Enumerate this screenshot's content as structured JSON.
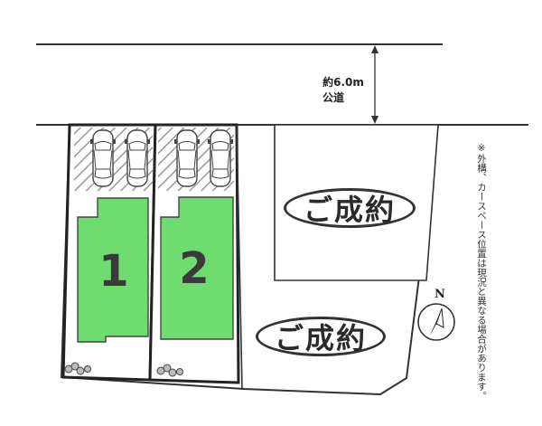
{
  "road": {
    "width_label": "約6.0m",
    "name_label": "公道"
  },
  "lots": [
    {
      "number": "1",
      "fill_color": "#6fdc6f"
    },
    {
      "number": "2",
      "fill_color": "#6fdc6f"
    }
  ],
  "sold_stamps": [
    {
      "label": "ご成約"
    },
    {
      "label": "ご成約"
    }
  ],
  "compass": {
    "label": "N"
  },
  "note": "※外構、カースペース位置は現況と異なる場合があります。",
  "colors": {
    "line": "#333333",
    "building": "#6fdc6f",
    "hatch": "#888888"
  },
  "icons": [
    "car-icon",
    "compass-icon",
    "shrub-icon"
  ]
}
